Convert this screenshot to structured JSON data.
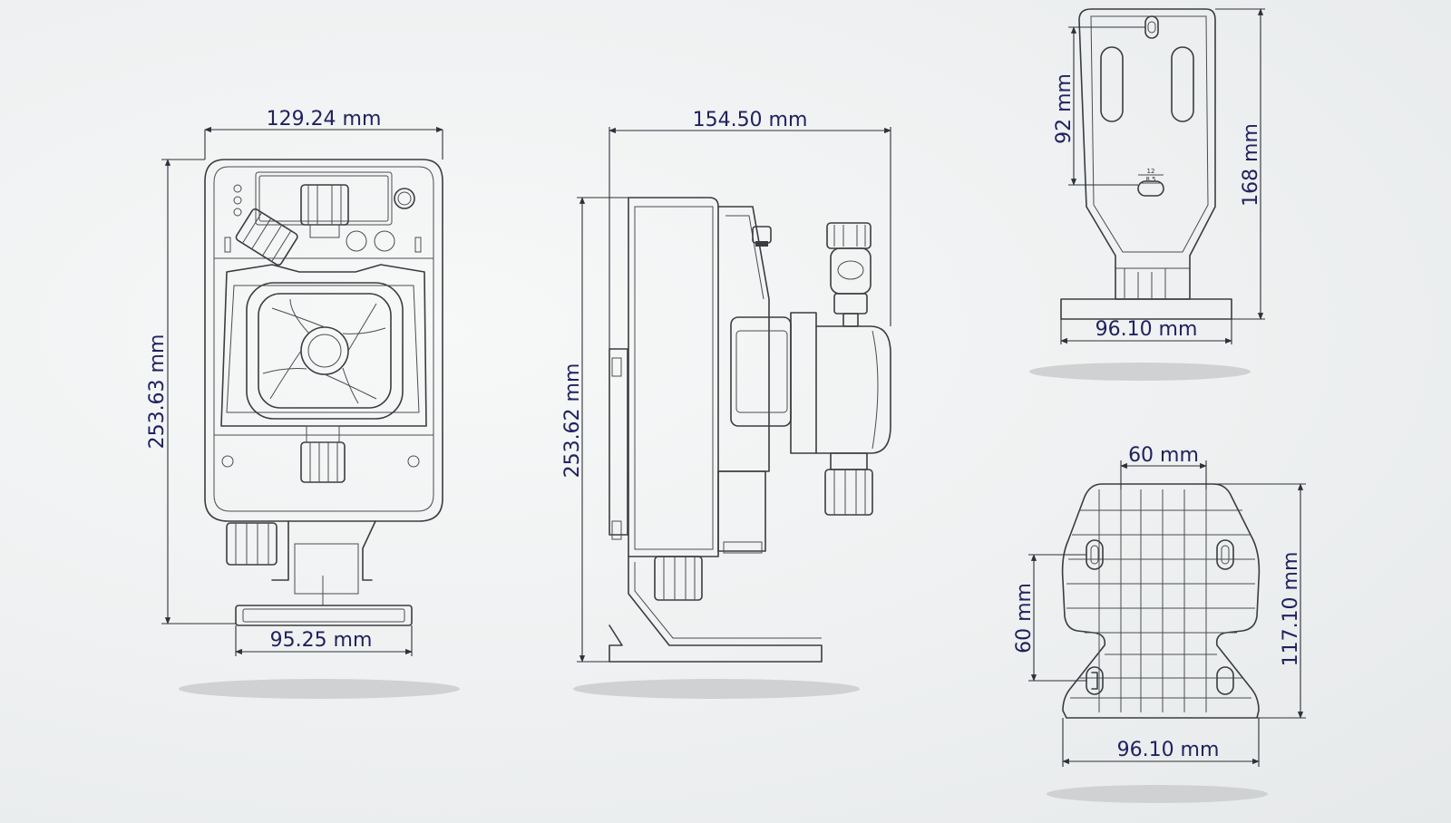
{
  "dimensions": {
    "front_width": "129.24 mm",
    "front_height": "253.63 mm",
    "front_base": "95.25 mm",
    "side_width": "154.50 mm",
    "side_height": "253.62 mm",
    "bracket_slot": "92 mm",
    "bracket_height": "168 mm",
    "bracket_base": "96.10 mm",
    "base_top": "60 mm",
    "base_side": "60 mm",
    "base_height": "117.10 mm",
    "base_width": "96.10 mm",
    "slot_detail_a": "12",
    "slot_detail_b": "8.5"
  },
  "colors": {
    "label": "#21215e",
    "line": "#3a3d40",
    "background": "#eef0f1"
  }
}
